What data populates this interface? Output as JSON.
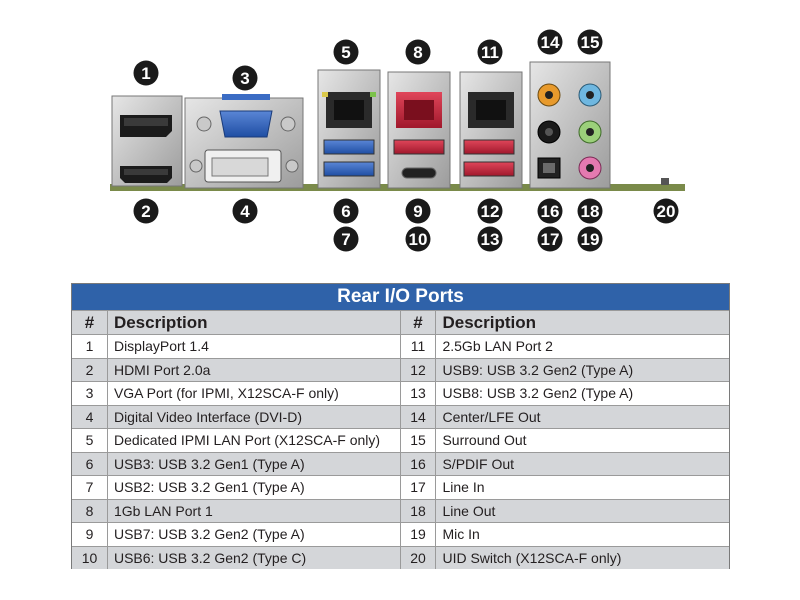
{
  "callouts": [
    "1",
    "2",
    "3",
    "4",
    "5",
    "6",
    "7",
    "8",
    "9",
    "10",
    "11",
    "12",
    "13",
    "14",
    "15",
    "16",
    "17",
    "18",
    "19",
    "20"
  ],
  "table": {
    "title": "Rear I/O Ports",
    "header": {
      "num": "#",
      "desc": "Description"
    },
    "left": [
      {
        "num": "1",
        "desc": "DisplayPort 1.4"
      },
      {
        "num": "2",
        "desc": "HDMI Port 2.0a"
      },
      {
        "num": "3",
        "desc": "VGA Port (for IPMI, X12SCA-F only)"
      },
      {
        "num": "4",
        "desc": "Digital Video Interface (DVI-D)"
      },
      {
        "num": "5",
        "desc": "Dedicated IPMI LAN Port (X12SCA-F only)"
      },
      {
        "num": "6",
        "desc": "USB3: USB 3.2 Gen1 (Type A)"
      },
      {
        "num": "7",
        "desc": "USB2: USB 3.2 Gen1 (Type A)"
      },
      {
        "num": "8",
        "desc": "1Gb LAN Port 1"
      },
      {
        "num": "9",
        "desc": "USB7: USB 3.2 Gen2 (Type A)"
      },
      {
        "num": "10",
        "desc": "USB6: USB 3.2 Gen2 (Type C)"
      }
    ],
    "right": [
      {
        "num": "11",
        "desc": "2.5Gb LAN Port 2"
      },
      {
        "num": "12",
        "desc": "USB9: USB 3.2 Gen2 (Type A)"
      },
      {
        "num": "13",
        "desc": "USB8: USB 3.2 Gen2 (Type A)"
      },
      {
        "num": "14",
        "desc": "Center/LFE Out"
      },
      {
        "num": "15",
        "desc": "Surround Out"
      },
      {
        "num": "16",
        "desc": "S/PDIF Out"
      },
      {
        "num": "17",
        "desc": "Line In"
      },
      {
        "num": "18",
        "desc": "Line Out"
      },
      {
        "num": "19",
        "desc": "Mic In"
      },
      {
        "num": "20",
        "desc": "UID Switch (X12SCA-F only)"
      }
    ]
  }
}
